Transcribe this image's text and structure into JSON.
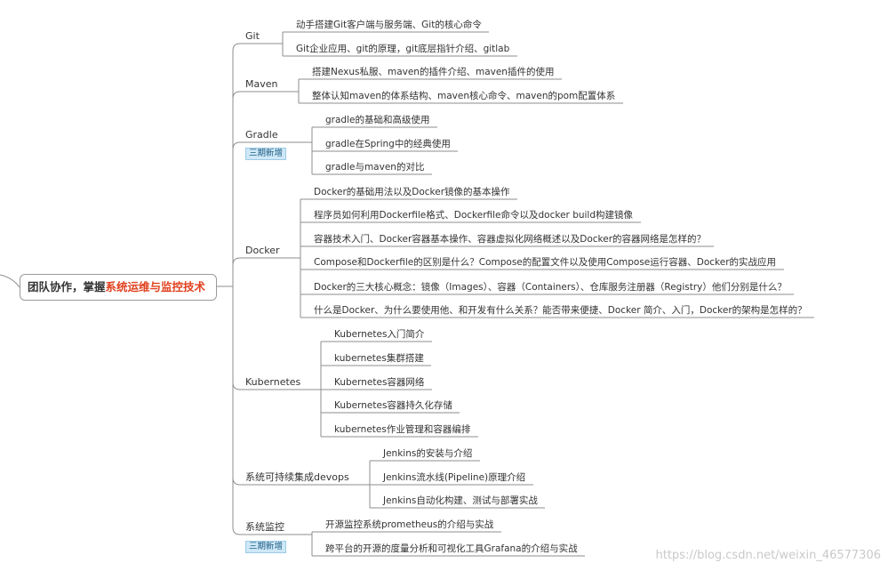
{
  "root": {
    "prefix": "团队协作，掌握",
    "highlight": "系统运维与监控技术"
  },
  "branches": [
    {
      "title": "Git",
      "children": [
        "动手搭建Git客户端与服务端、Git的核心命令",
        "Git企业应用、git的原理，git底层指针介绍、gitlab"
      ]
    },
    {
      "title": "Maven",
      "children": [
        "搭建Nexus私服、maven的插件介绍、maven插件的使用",
        "整体认知maven的体系结构、maven核心命令、maven的pom配置体系"
      ]
    },
    {
      "title": "Gradle",
      "badge": "三期新增",
      "children": [
        "gradle的基础和高级使用",
        "gradle在Spring中的经典使用",
        "gradle与maven的对比"
      ]
    },
    {
      "title": "Docker",
      "children": [
        "Docker的基础用法以及Docker镜像的基本操作",
        "程序员如何利用Dockerfile格式、Dockerfile命令以及docker build构建镜像",
        "容器技术入门、Docker容器基本操作、容器虚拟化网络概述以及Docker的容器网络是怎样的？",
        "Compose和Dockerfile的区别是什么？Compose的配置文件以及使用Compose运行容器、Docker的实战应用",
        "Docker的三大核心概念：镜像（Images）、容器（Containers）、仓库服务注册器（Registry）他们分别是什么？",
        "什么是Docker、为什么要使用他、和开发有什么关系？能否带来便捷、Docker 简介、入门，Docker的架构是怎样的？"
      ]
    },
    {
      "title": "Kubernetes",
      "children": [
        "Kubernetes入门简介",
        "kubernetes集群搭建",
        "Kubernetes容器网络",
        "Kubernetes容器持久化存储",
        "kubernetes作业管理和容器编排"
      ]
    },
    {
      "title": "系统可持续集成devops",
      "children": [
        "Jenkins的安装与介绍",
        "Jenkins流水线(Pipeline)原理介绍",
        "Jenkins自动化构建、测试与部署实战"
      ]
    },
    {
      "title": "系统监控",
      "badge": "三期新增",
      "children": [
        "开源监控系统prometheus的介绍与实战",
        "跨平台的开源的度量分析和可视化工具Grafana的介绍与实战"
      ]
    }
  ],
  "watermark": "https://blog.csdn.net/weixin_46577306"
}
